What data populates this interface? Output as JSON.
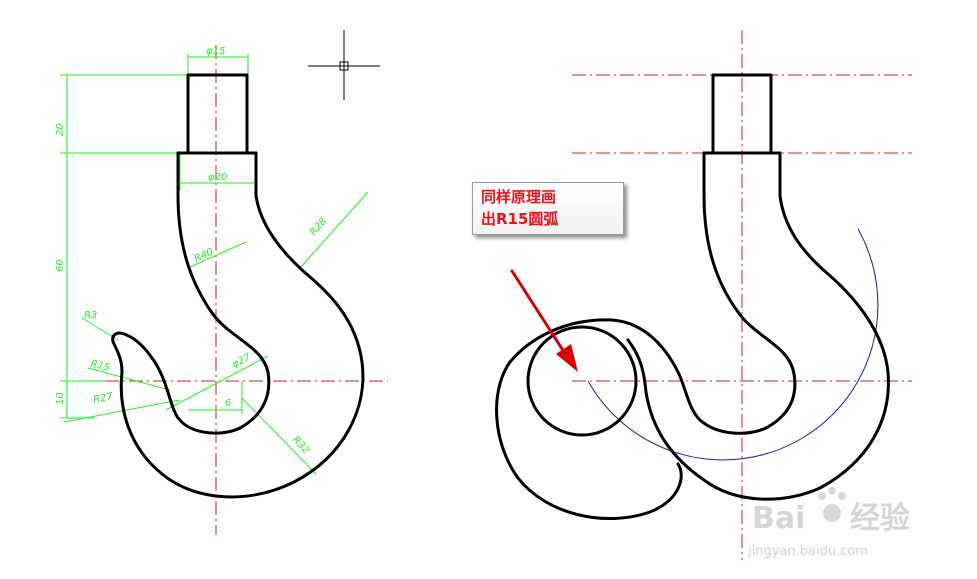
{
  "dimensions": {
    "phi15": "φ15",
    "phi20": "φ20",
    "phi27": "φ27",
    "h20": "20",
    "h60": "60",
    "h10": "10",
    "r28": "R28",
    "r40": "R40",
    "r3": "R3",
    "r15": "R15",
    "r27": "R27",
    "r32": "R32",
    "off6": "6"
  },
  "callout": {
    "line1": "同样原理画",
    "line2": "出R15圆弧"
  },
  "watermark": {
    "logo": "Bai",
    "logo_tail": "经验",
    "url": "jingyan.baidu.com"
  },
  "colors": {
    "outline": "#000000",
    "centerline": "#d0202a",
    "dimension": "#22ee22",
    "construction_arc": "#1a1aa8",
    "callout_text": "#e8141b"
  }
}
